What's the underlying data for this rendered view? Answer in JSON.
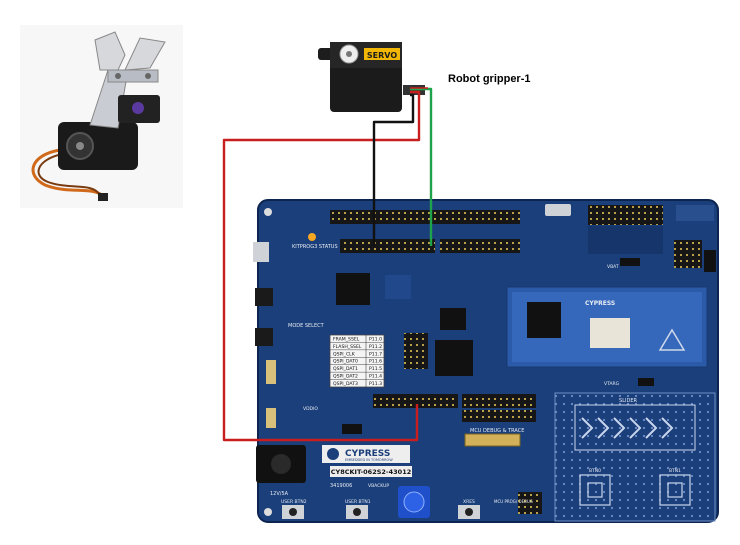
{
  "caption": "Robot gripper-1",
  "servo": {
    "label": "SERVO"
  },
  "board": {
    "brand": "CYPRESS",
    "brand_tagline": "EMBEDDED IN TOMORROW",
    "model": "CY8CKIT-062S2-43012",
    "code": "3419006",
    "power_label": "12V/5A",
    "silk": {
      "kitprog_status": "KITPROG3 STATUS",
      "mode_select": "MODE SELECT",
      "slider": "SLIDER",
      "mcu_debug": "MCU DEBUG & TRACE",
      "user_btn2": "USER BTN2",
      "user_btn1": "USER BTN1",
      "vbackup": "VBACKUP",
      "xres": "XRES",
      "mcu_prog": "MCU PROG/ DEBUG",
      "btn0": "BTN0",
      "btn1": "BTN1",
      "vbat": "VBAT",
      "vtarg": "VTARG",
      "vddio": "VDDIO"
    },
    "pin_table": [
      {
        "name": "FRAM_SSEL",
        "pin": "P11.0"
      },
      {
        "name": "FLASH_SSEL",
        "pin": "P11.2"
      },
      {
        "name": "QSPI_CLK",
        "pin": "P11.7"
      },
      {
        "name": "QSPI_DAT0",
        "pin": "P11.6"
      },
      {
        "name": "QSPI_DAT1",
        "pin": "P11.5"
      },
      {
        "name": "QSPI_DAT2",
        "pin": "P11.4"
      },
      {
        "name": "QSPI_DAT3",
        "pin": "P11.3"
      }
    ]
  },
  "wires": {
    "signal": "#1fa34a",
    "ground": "#111111",
    "power": "#c81e1e"
  },
  "colors": {
    "board": "#1b3f7a",
    "board_dark": "#10295a",
    "header": "#1e1e1e"
  }
}
